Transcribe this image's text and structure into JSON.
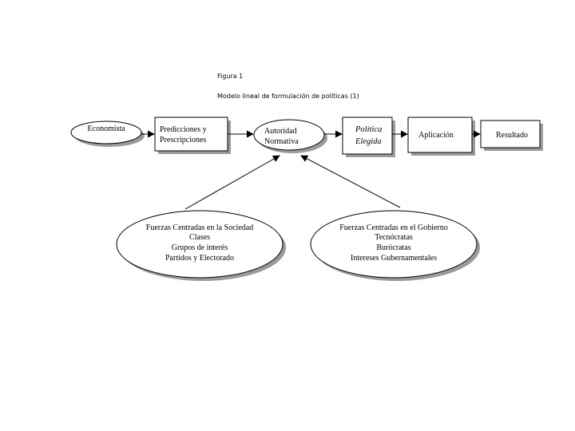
{
  "figure": {
    "number_label": "Figura 1",
    "caption": "Modelo lineal de formulación de políticas (1)"
  },
  "nodes": {
    "economista": {
      "label": "Economista"
    },
    "predicciones": {
      "line1": "Predicciones y",
      "line2": "Prescripciones"
    },
    "autoridad": {
      "line1": "Autoridad",
      "line2": "Normativa"
    },
    "politica": {
      "line1": "Política",
      "line2": "Elegida"
    },
    "aplicacion": {
      "label": "Aplicación"
    },
    "resultado": {
      "label": "Resultado"
    },
    "fuerzas_sociedad": {
      "title": "Fuerzas Centradas en la Sociedad",
      "items": [
        "Clases",
        "Grupos de interés",
        "Partidos y Electorado"
      ]
    },
    "fuerzas_gobierno": {
      "title": "Fuerzas Centradas en el Gobierno",
      "items": [
        "Tecnócratas",
        "Burócratas",
        "Intereses Gubernamentales"
      ]
    }
  },
  "colors": {
    "stroke": "#000000",
    "shadow": "#9a9a9a",
    "fill": "#ffffff"
  }
}
